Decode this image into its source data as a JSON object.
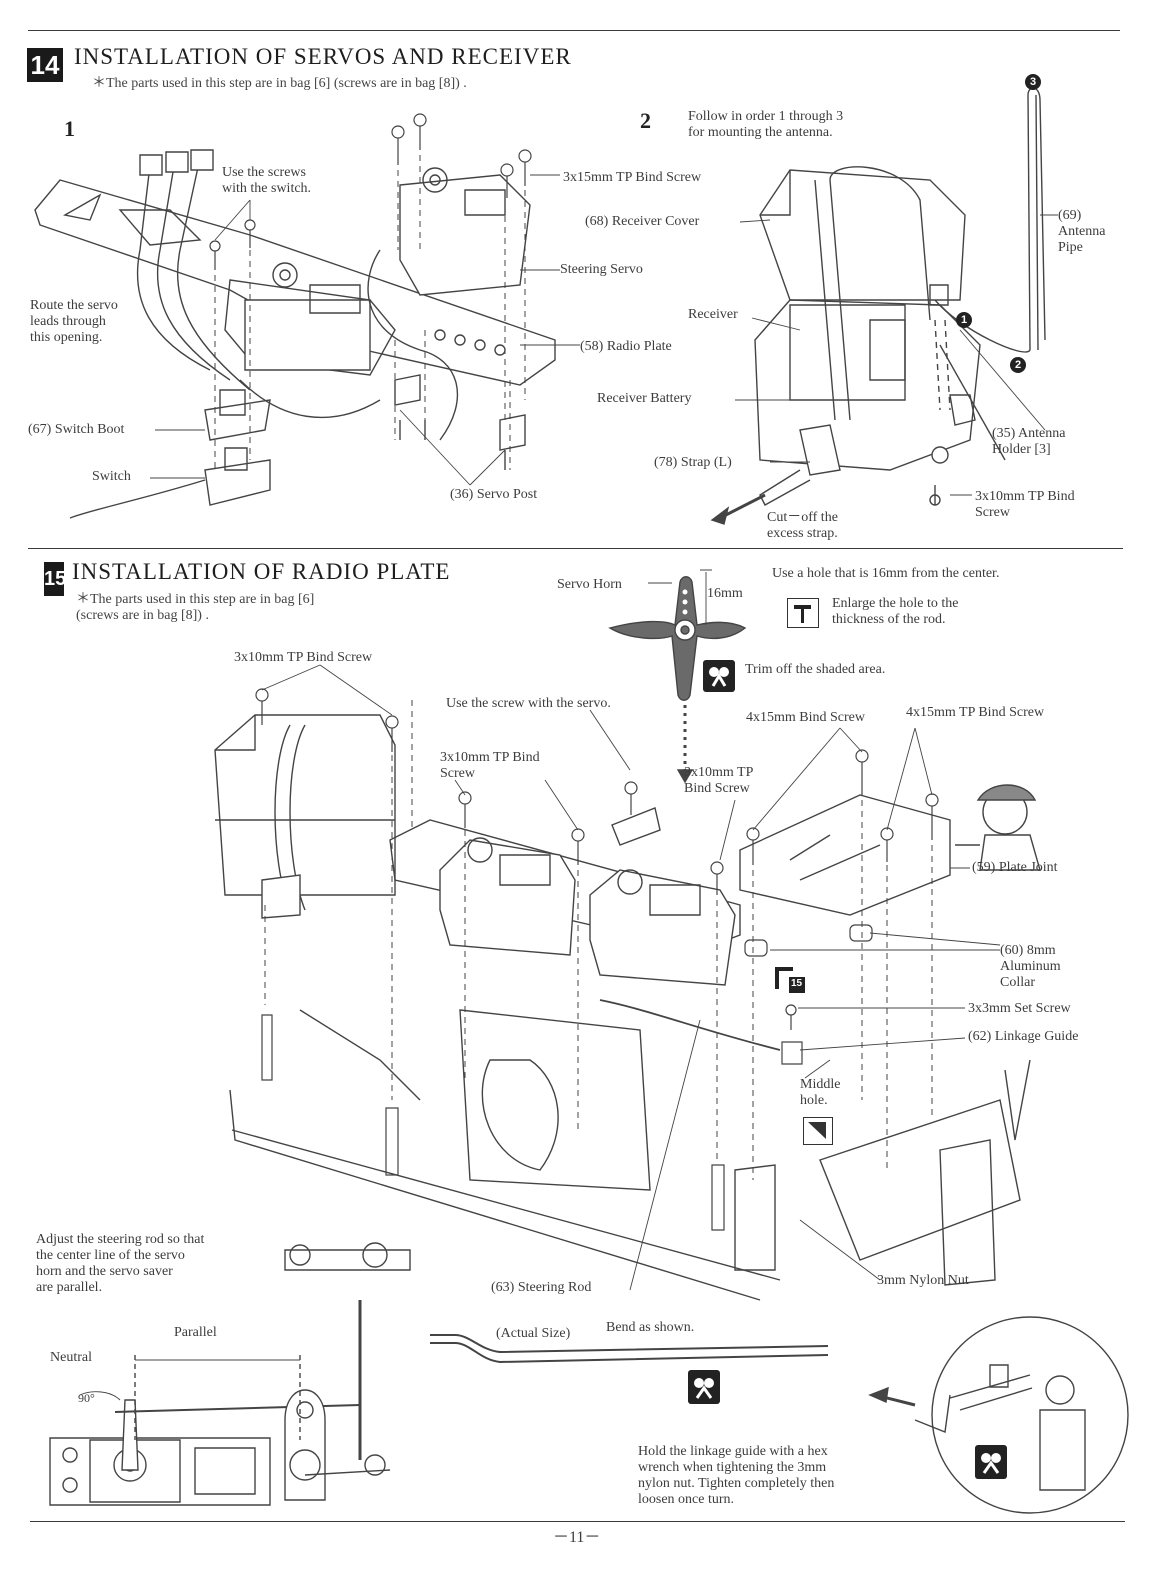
{
  "step14": {
    "number": "14",
    "title": "INSTALLATION OF SERVOS AND RECEIVER",
    "note": "＊The parts used in this step are in bag [6] (screws are in bag [8]) .",
    "sub1": "1",
    "sub2": "2",
    "labels": {
      "use_screws_switch": "Use the screws\n     with the switch.",
      "tp_bind_3x15": "3x15mm TP Bind Screw",
      "route_leads": "Route the servo\nleads through\nthis opening.",
      "steering_servo": "Steering Servo",
      "radio_plate": "(58)  Radio Plate",
      "switch_boot": "(67)  Switch Boot",
      "switch": "Switch",
      "servo_post": "(36)  Servo Post",
      "antenna_order": "Follow in order 1 through 3\nfor mounting the antenna.",
      "receiver_cover": "(68)  Receiver Cover",
      "receiver": "Receiver",
      "receiver_battery": "Receiver Battery",
      "strap": "(78)  Strap  (L)",
      "cut_off": "Cut－off the\nexcess strap.",
      "antenna_pipe": "(69)\nAntenna\nPipe",
      "antenna_holder": "(35)  Antenna\n       Holder [3]",
      "tp_bind_3x10_a": "3x10mm TP Bind\n            Screw"
    },
    "callouts": [
      "1",
      "2",
      "3"
    ]
  },
  "step15": {
    "number": "15",
    "title": "INSTALLATION OF RADIO PLATE",
    "note": "＊The parts used in this step are in bag [6]\n  (screws are in bag [8]) .",
    "labels": {
      "tp_bind_3x10_top": "3x10mm TP Bind Screw",
      "servo_horn": "Servo Horn",
      "mm16": "16mm",
      "use_hole": "Use a hole that is 16mm from the center.",
      "enlarge_hole": "Enlarge the hole to the\nthickness of the rod.",
      "trim": "Trim off the shaded area.",
      "use_screw_servo": "Use the screw with the servo.",
      "bind_4x15": "4x15mm Bind Screw",
      "tp_bind_4x15": "4x15mm TP Bind Screw",
      "tp_bind_3x10_mid": "3x10mm TP Bind\n           Screw",
      "tp_bind_3x10_right": "3x10mm TP\nBind Screw",
      "plate_joint": "(59)  Plate Joint",
      "collar": "(60)  8mm\n          Aluminum\n          Collar",
      "set_screw": "3x3mm Set Screw",
      "linkage_guide": "(62)  Linkage Guide",
      "middle_hole": "Middle\n hole.",
      "adjust_rod": "Adjust the steering rod so that\nthe center line of the servo\nhorn and the servo saver\nare parallel.",
      "steering_rod": "(63)  Steering Rod",
      "nylon_nut": "3mm Nylon Nut",
      "parallel": "Parallel",
      "neutral": "Neutral",
      "deg90": "90°",
      "actual_size": "(Actual Size)",
      "bend": "Bend as shown.",
      "hold_guide": "Hold the linkage guide with a hex\nwrench when tightening the 3mm\nnylon nut. Tighten completely then\nloosen once turn.",
      "tool_15": "15"
    }
  },
  "page_number": "－11－"
}
